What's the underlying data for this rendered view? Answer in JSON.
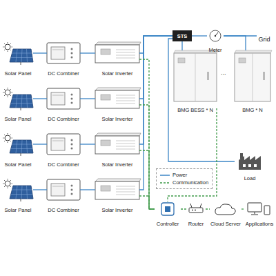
{
  "diagram": {
    "nodes": [
      {
        "text": [
          "Solar Panel"
        ]
      },
      {
        "text": [
          "DC Combiner"
        ]
      },
      {
        "text": [
          "Solar Inverter"
        ]
      },
      {
        "text": [
          "Solar Panel"
        ]
      },
      {
        "text": [
          "DC Combiner"
        ]
      },
      {
        "text": [
          "Solar Inverter"
        ]
      },
      {
        "text": [
          "Solar Panel"
        ]
      },
      {
        "text": [
          "DC Combiner"
        ]
      },
      {
        "text": [
          "Solar Inverter"
        ]
      },
      {
        "text": [
          "Solar Panel"
        ]
      },
      {
        "text": [
          "DC Combiner"
        ]
      },
      {
        "text": [
          "Solar Inverter"
        ]
      },
      {
        "text": [
          "STS"
        ]
      },
      {
        "text": [
          "Meter"
        ]
      },
      {
        "text": [
          "Grid"
        ]
      },
      {
        "text": [
          "BMG BESS * N"
        ]
      },
      {
        "text": [
          "BMG * N"
        ]
      },
      {
        "text": [
          "Load"
        ]
      },
      {
        "text": [
          "Controller"
        ]
      },
      {
        "text": [
          "Router"
        ]
      },
      {
        "text": [
          "Cloud Server"
        ]
      },
      {
        "text": [
          "Applications"
        ]
      }
    ],
    "edges": [
      {
        "from": 0,
        "to": 1,
        "arrow": "none"
      },
      {
        "from": 1,
        "to": 2,
        "arrow": "none"
      },
      {
        "from": 2,
        "to": 12,
        "arrow": "none"
      },
      {
        "from": 3,
        "to": 4,
        "arrow": "none"
      },
      {
        "from": 4,
        "to": 5,
        "arrow": "none"
      },
      {
        "from": 5,
        "to": 12,
        "arrow": "none"
      },
      {
        "from": 6,
        "to": 7,
        "arrow": "none"
      },
      {
        "from": 7,
        "to": 8,
        "arrow": "none"
      },
      {
        "from": 8,
        "to": 12,
        "arrow": "none"
      },
      {
        "from": 9,
        "to": 10,
        "arrow": "none"
      },
      {
        "from": 10,
        "to": 11,
        "arrow": "none"
      },
      {
        "from": 11,
        "to": 12,
        "arrow": "none"
      },
      {
        "from": 12,
        "to": 13,
        "arrow": "none"
      },
      {
        "from": 13,
        "to": 14,
        "arrow": "none"
      },
      {
        "from": 12,
        "to": 15,
        "arrow": "none"
      },
      {
        "from": 13,
        "to": 16,
        "arrow": "none"
      },
      {
        "from": 12,
        "to": 17,
        "arrow": "none"
      },
      {
        "from": 2,
        "to": 18,
        "arrow": "none"
      },
      {
        "from": 5,
        "to": 18,
        "arrow": "none"
      },
      {
        "from": 8,
        "to": 18,
        "arrow": "none"
      },
      {
        "from": 11,
        "to": 18,
        "arrow": "none"
      },
      {
        "from": 15,
        "to": 18,
        "arrow": "none"
      },
      {
        "from": 18,
        "to": 19,
        "arrow": "none"
      },
      {
        "from": 19,
        "to": 20,
        "arrow": "none"
      },
      {
        "from": 20,
        "to": 21,
        "arrow": "none"
      }
    ],
    "labels": [
      "..."
    ],
    "legend": [
      {
        "text": "Power"
      },
      {
        "text": "Communication"
      }
    ]
  }
}
